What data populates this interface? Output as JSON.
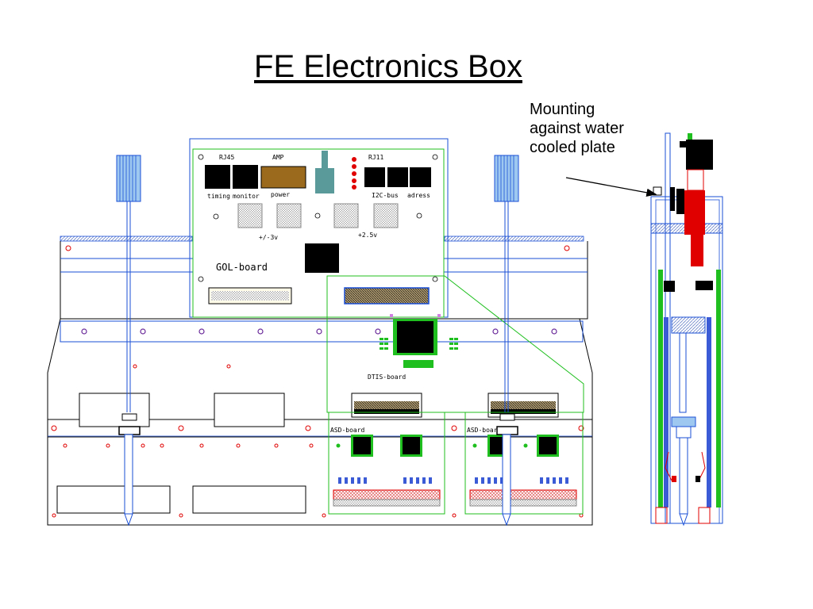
{
  "title": "FE Electronics Box",
  "annotation": {
    "lines": [
      "Mounting",
      "against water",
      "cooled plate"
    ]
  },
  "board_labels": {
    "rj45": "RJ45",
    "amp": "AMP",
    "rj11": "RJ11",
    "timing": "timing",
    "monitor": "monitor",
    "power": "power",
    "i2c_bus": "I2C-bus",
    "adress": "adress",
    "minus_3v": "+/-3v",
    "plus_2_5v": "+2.5v",
    "gol_board": "GOL-board",
    "dtis_board": "DTIS-board",
    "asd_board_1": "ASD-board",
    "asd_board_2": "ASD-board"
  },
  "colors": {
    "outline": "#000000",
    "blue_frame": "#1a4fd6",
    "green_board": "#1fbf1f",
    "connector_brown": "#9b6a1c",
    "connector_teal": "#5a9a9a",
    "red_marker": "#e00000"
  }
}
